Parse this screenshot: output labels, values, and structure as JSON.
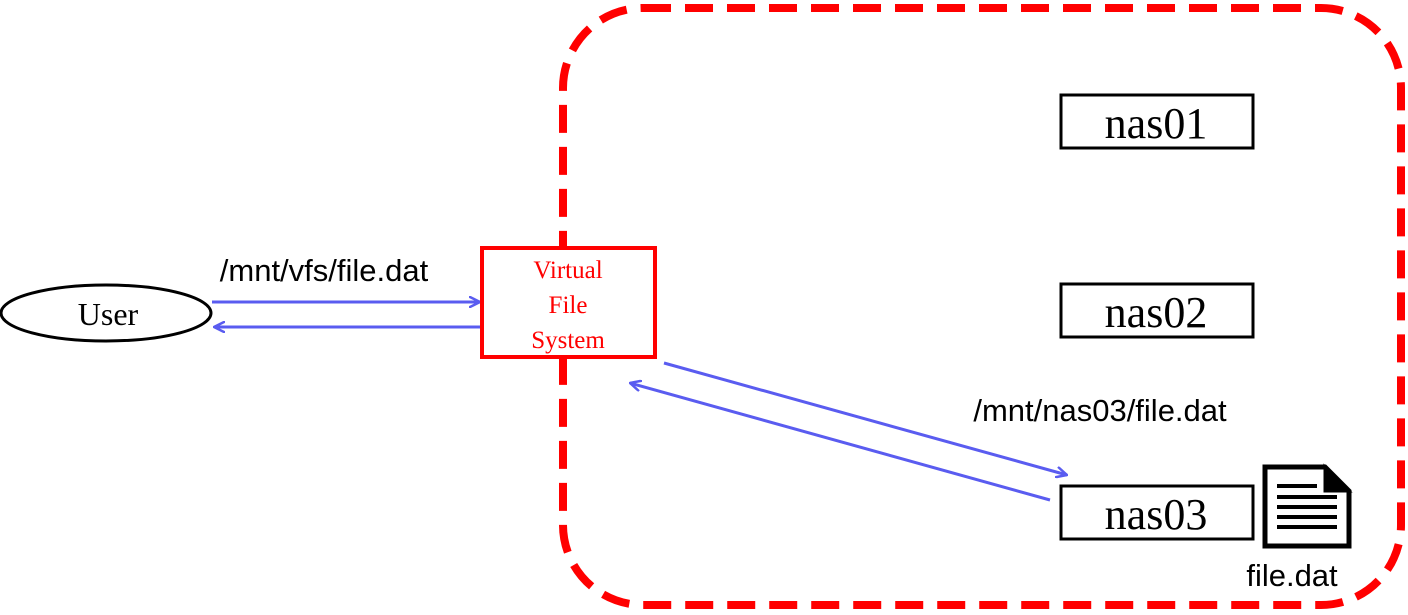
{
  "colors": {
    "boundary": "#ff0000",
    "arrow": "#5a5cf0",
    "vfs": "#ff0000",
    "node_border": "#000000",
    "text": "#000000"
  },
  "nodes": {
    "user": {
      "label": "User"
    },
    "vfs": {
      "line1": "Virtual",
      "line2": "File",
      "line3": "System"
    },
    "nas01": {
      "label": "nas01"
    },
    "nas02": {
      "label": "nas02"
    },
    "nas03": {
      "label": "nas03"
    }
  },
  "edges": {
    "user_to_vfs": {
      "label": "/mnt/vfs/file.dat"
    },
    "vfs_to_nas03": {
      "label": "/mnt/nas03/file.dat"
    }
  },
  "file": {
    "icon": "document-icon",
    "label": "file.dat"
  }
}
